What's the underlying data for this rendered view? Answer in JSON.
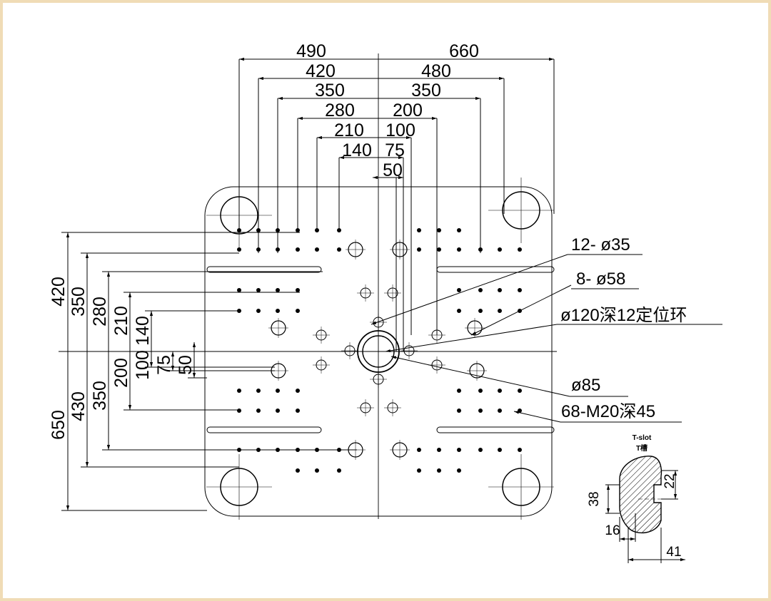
{
  "colors": {
    "frame_border": "#f0dcb6",
    "line": "#000000",
    "background": "#ffffff"
  },
  "top_dims": {
    "left": [
      "490",
      "420",
      "350",
      "280",
      "210",
      "140"
    ],
    "right": [
      "660",
      "480",
      "350",
      "200",
      "100",
      "75",
      "50"
    ]
  },
  "left_dims": {
    "upper": [
      "420",
      "350",
      "280",
      "210",
      "140"
    ],
    "lower": [
      "650",
      "430",
      "350",
      "200",
      "100",
      "75",
      "50"
    ]
  },
  "callouts": {
    "holes_35": "12- ø35",
    "holes_58": "8- ø58",
    "locating_ring": "ø120深12定位环",
    "center_85": "ø85",
    "threaded_holes": "68-M20深45"
  },
  "tslot": {
    "title": "T-slot",
    "subtitle": "T槽",
    "dims": [
      "22",
      "38",
      "16",
      "41"
    ]
  }
}
